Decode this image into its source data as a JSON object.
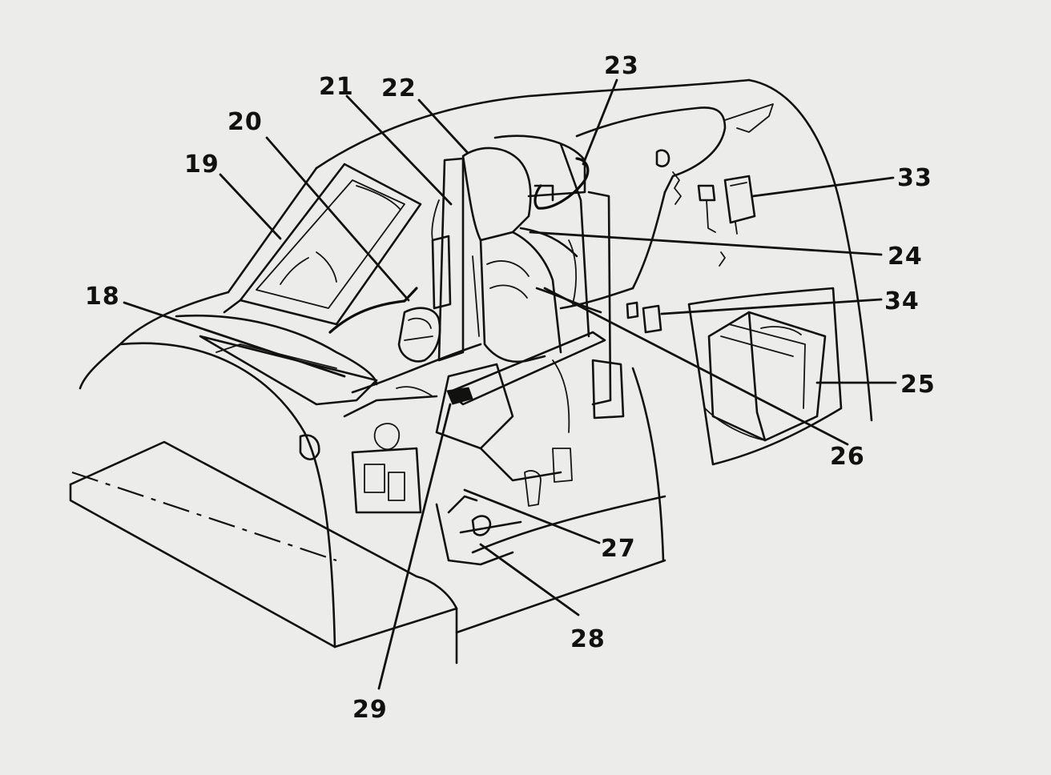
{
  "callouts": {
    "c18": "18",
    "c19": "19",
    "c20": "20",
    "c21": "21",
    "c22": "22",
    "c23": "23",
    "c24": "24",
    "c25": "25",
    "c26": "26",
    "c27": "27",
    "c28": "28",
    "c29": "29",
    "c33": "33",
    "c34": "34"
  },
  "colors": {
    "paper": "#ececea",
    "ink": "#111111"
  }
}
